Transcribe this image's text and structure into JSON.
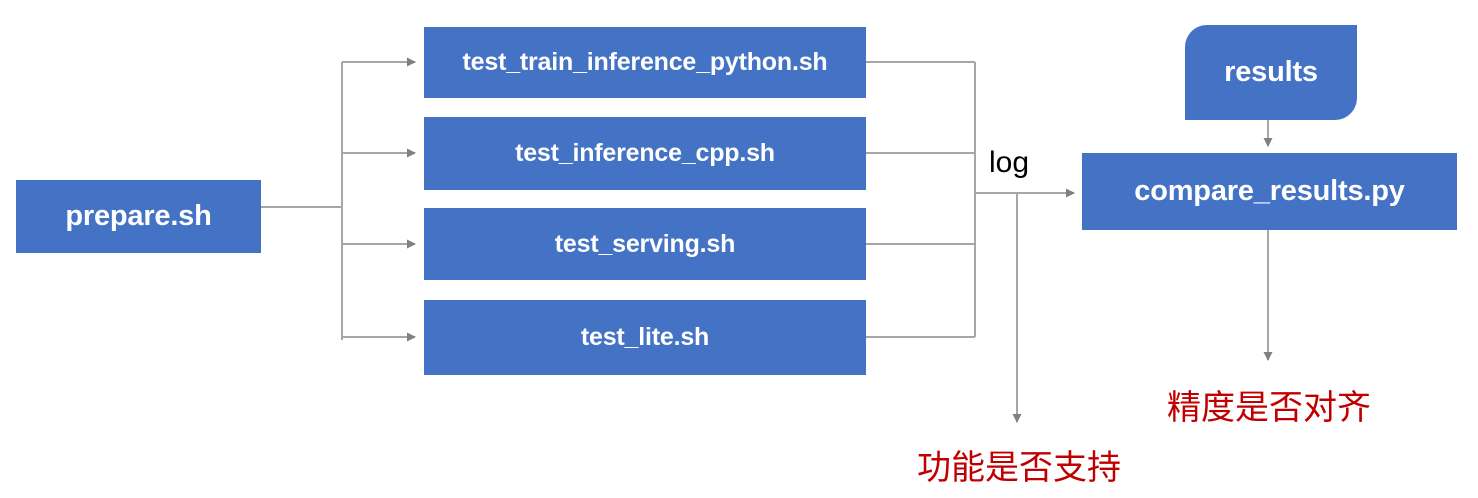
{
  "diagram": {
    "title": "Test pipeline flowchart",
    "colors": {
      "node_fill": "#4472c4",
      "node_text": "#ffffff",
      "connector": "#a6a6a6",
      "note_text": "#c00000",
      "background": "#ffffff"
    },
    "entry": {
      "label": "prepare.sh"
    },
    "steps": [
      {
        "label": "test_train_inference_python.sh"
      },
      {
        "label": "test_inference_cpp.sh"
      },
      {
        "label": "test_serving.sh"
      },
      {
        "label": "test_lite.sh"
      }
    ],
    "edge_labels": {
      "log": "log"
    },
    "results": {
      "label": "results"
    },
    "compare": {
      "label": "compare_results.py"
    },
    "notes": [
      {
        "label": "功能是否支持"
      },
      {
        "label": "精度是否对齐"
      }
    ]
  }
}
